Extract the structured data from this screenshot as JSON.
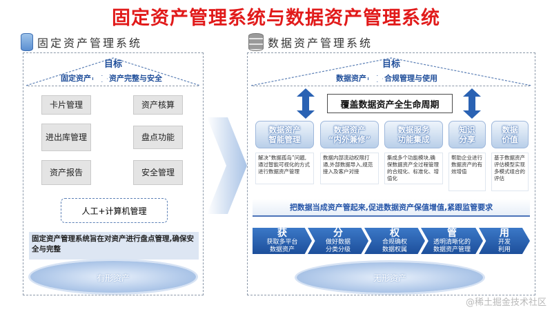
{
  "title": "固定资产管理系统与数据资产管理系统",
  "left": {
    "heading": "固定资产管理系统",
    "goal_label": "目标",
    "goal_from": "固定资产",
    "goal_to": "资产完整与安全",
    "boxes": [
      "卡片管理",
      "资产核算",
      "进出库管理",
      "盘点功能",
      "资产报告",
      "安全管理"
    ],
    "management": "人工+计算机管理",
    "description": "固定资产管理系统旨在对资产进行盘点管理,确保安全与完整",
    "base_label": "有形资产"
  },
  "right": {
    "heading": "数据资产管理系统",
    "goal_label": "目标",
    "goal_from": "数据资产",
    "goal_to": "合规管理与使用",
    "cover": "覆盖数据资产全生命周期",
    "columns": [
      {
        "head1": "数据资产",
        "head2": "智能管理",
        "desc": "解决“数据孤岛”问题,通过智能可视化的方式进行数据资产管理"
      },
      {
        "head1": "数据资产",
        "head2": "“内外兼修”",
        "desc": "数据内部流动权限打通,外部数据导入,规范接入及客户对接"
      },
      {
        "head1": "数据服务",
        "head2": "功能集成",
        "desc": "集成多个功能模块,确保数据资产全过程管理的合规化、标准化、增值化"
      },
      {
        "head1": "知识",
        "head2": "分享",
        "desc": "帮助企业进行数据资产的有效增值"
      },
      {
        "head1": "数据",
        "head2": "价值",
        "desc": "基于数据资产评估模型实现多模式组合的评估"
      }
    ],
    "slogan": "把数据当成资产管起来,促进数据资产保值增值,紧跟监管要求",
    "steps": [
      {
        "big": "获",
        "small1": "获取多平台",
        "small2": "数据资产"
      },
      {
        "big": "分",
        "small1": "做好数据",
        "small2": "分类分级"
      },
      {
        "big": "权",
        "small1": "合规确权",
        "small2": "数据权属"
      },
      {
        "big": "管",
        "small1": "透明清晰化的",
        "small2": "数据资产管理"
      },
      {
        "big": "用",
        "small1": "开发",
        "small2": "利用"
      }
    ],
    "base_label": "无形资产"
  },
  "watermark": "@稀土掘金技术社区",
  "colors": {
    "title": "#e11a1a",
    "accent": "#1f4e9a",
    "chevron": "#2a62b3"
  }
}
